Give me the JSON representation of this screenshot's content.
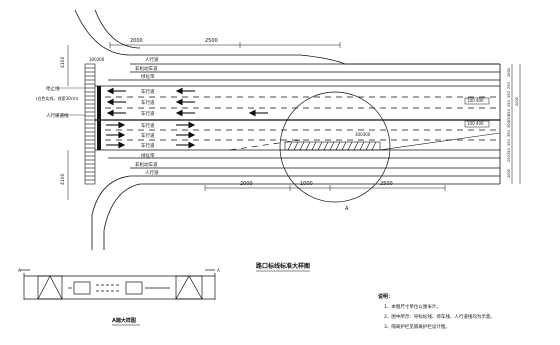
{
  "plan": {
    "labels": {
      "sidewalk_top": "人行道",
      "non_motor_top": "非机动车道",
      "green_belt": "绿化带",
      "lane_1": "车行道",
      "lane_2": "车行道",
      "lane_3": "车行道",
      "crosswalk": "人行横道线",
      "lane_4": "车行道",
      "lane_5": "车行道",
      "lane_6": "车行道",
      "green_belt_bottom": "绿化带",
      "non_motor_bottom": "非机动车道",
      "sidewalk_bottom": "人行道",
      "stop_line": "停止线",
      "stop_line_note": "(白色实线，线宽30cm)"
    },
    "dimensions": {
      "top_left": "2000",
      "top_right": "2500",
      "left_top_vert": "4100",
      "left_bot_vert": "4100",
      "bottom_left": "2000",
      "bottom_mid": "1000",
      "bottom_right": "2500",
      "upper_small": "300300",
      "arrow_tag_1": "100 400",
      "arrow_tag_2": "100 400",
      "arrow_tag_3": "300300"
    },
    "right_dims": [
      "1000",
      "250",
      "350",
      "350",
      "350",
      "250",
      "1000",
      "2000",
      "300",
      "350",
      "350",
      "350",
      "250",
      "1000"
    ],
    "detail_marker": "A"
  },
  "detail": {
    "title": "A端大样图",
    "marker_left": "A",
    "marker_right": "A"
  },
  "main_title": "路口标线标准大样图",
  "notes": {
    "heading": "说明：",
    "items": [
      "1、本图尺寸单位以厘米计。",
      "2、图中所示：导标标线、停车线、人行道线均为示意。",
      "3、隔离护栏见隔离护栏设计图。"
    ]
  }
}
